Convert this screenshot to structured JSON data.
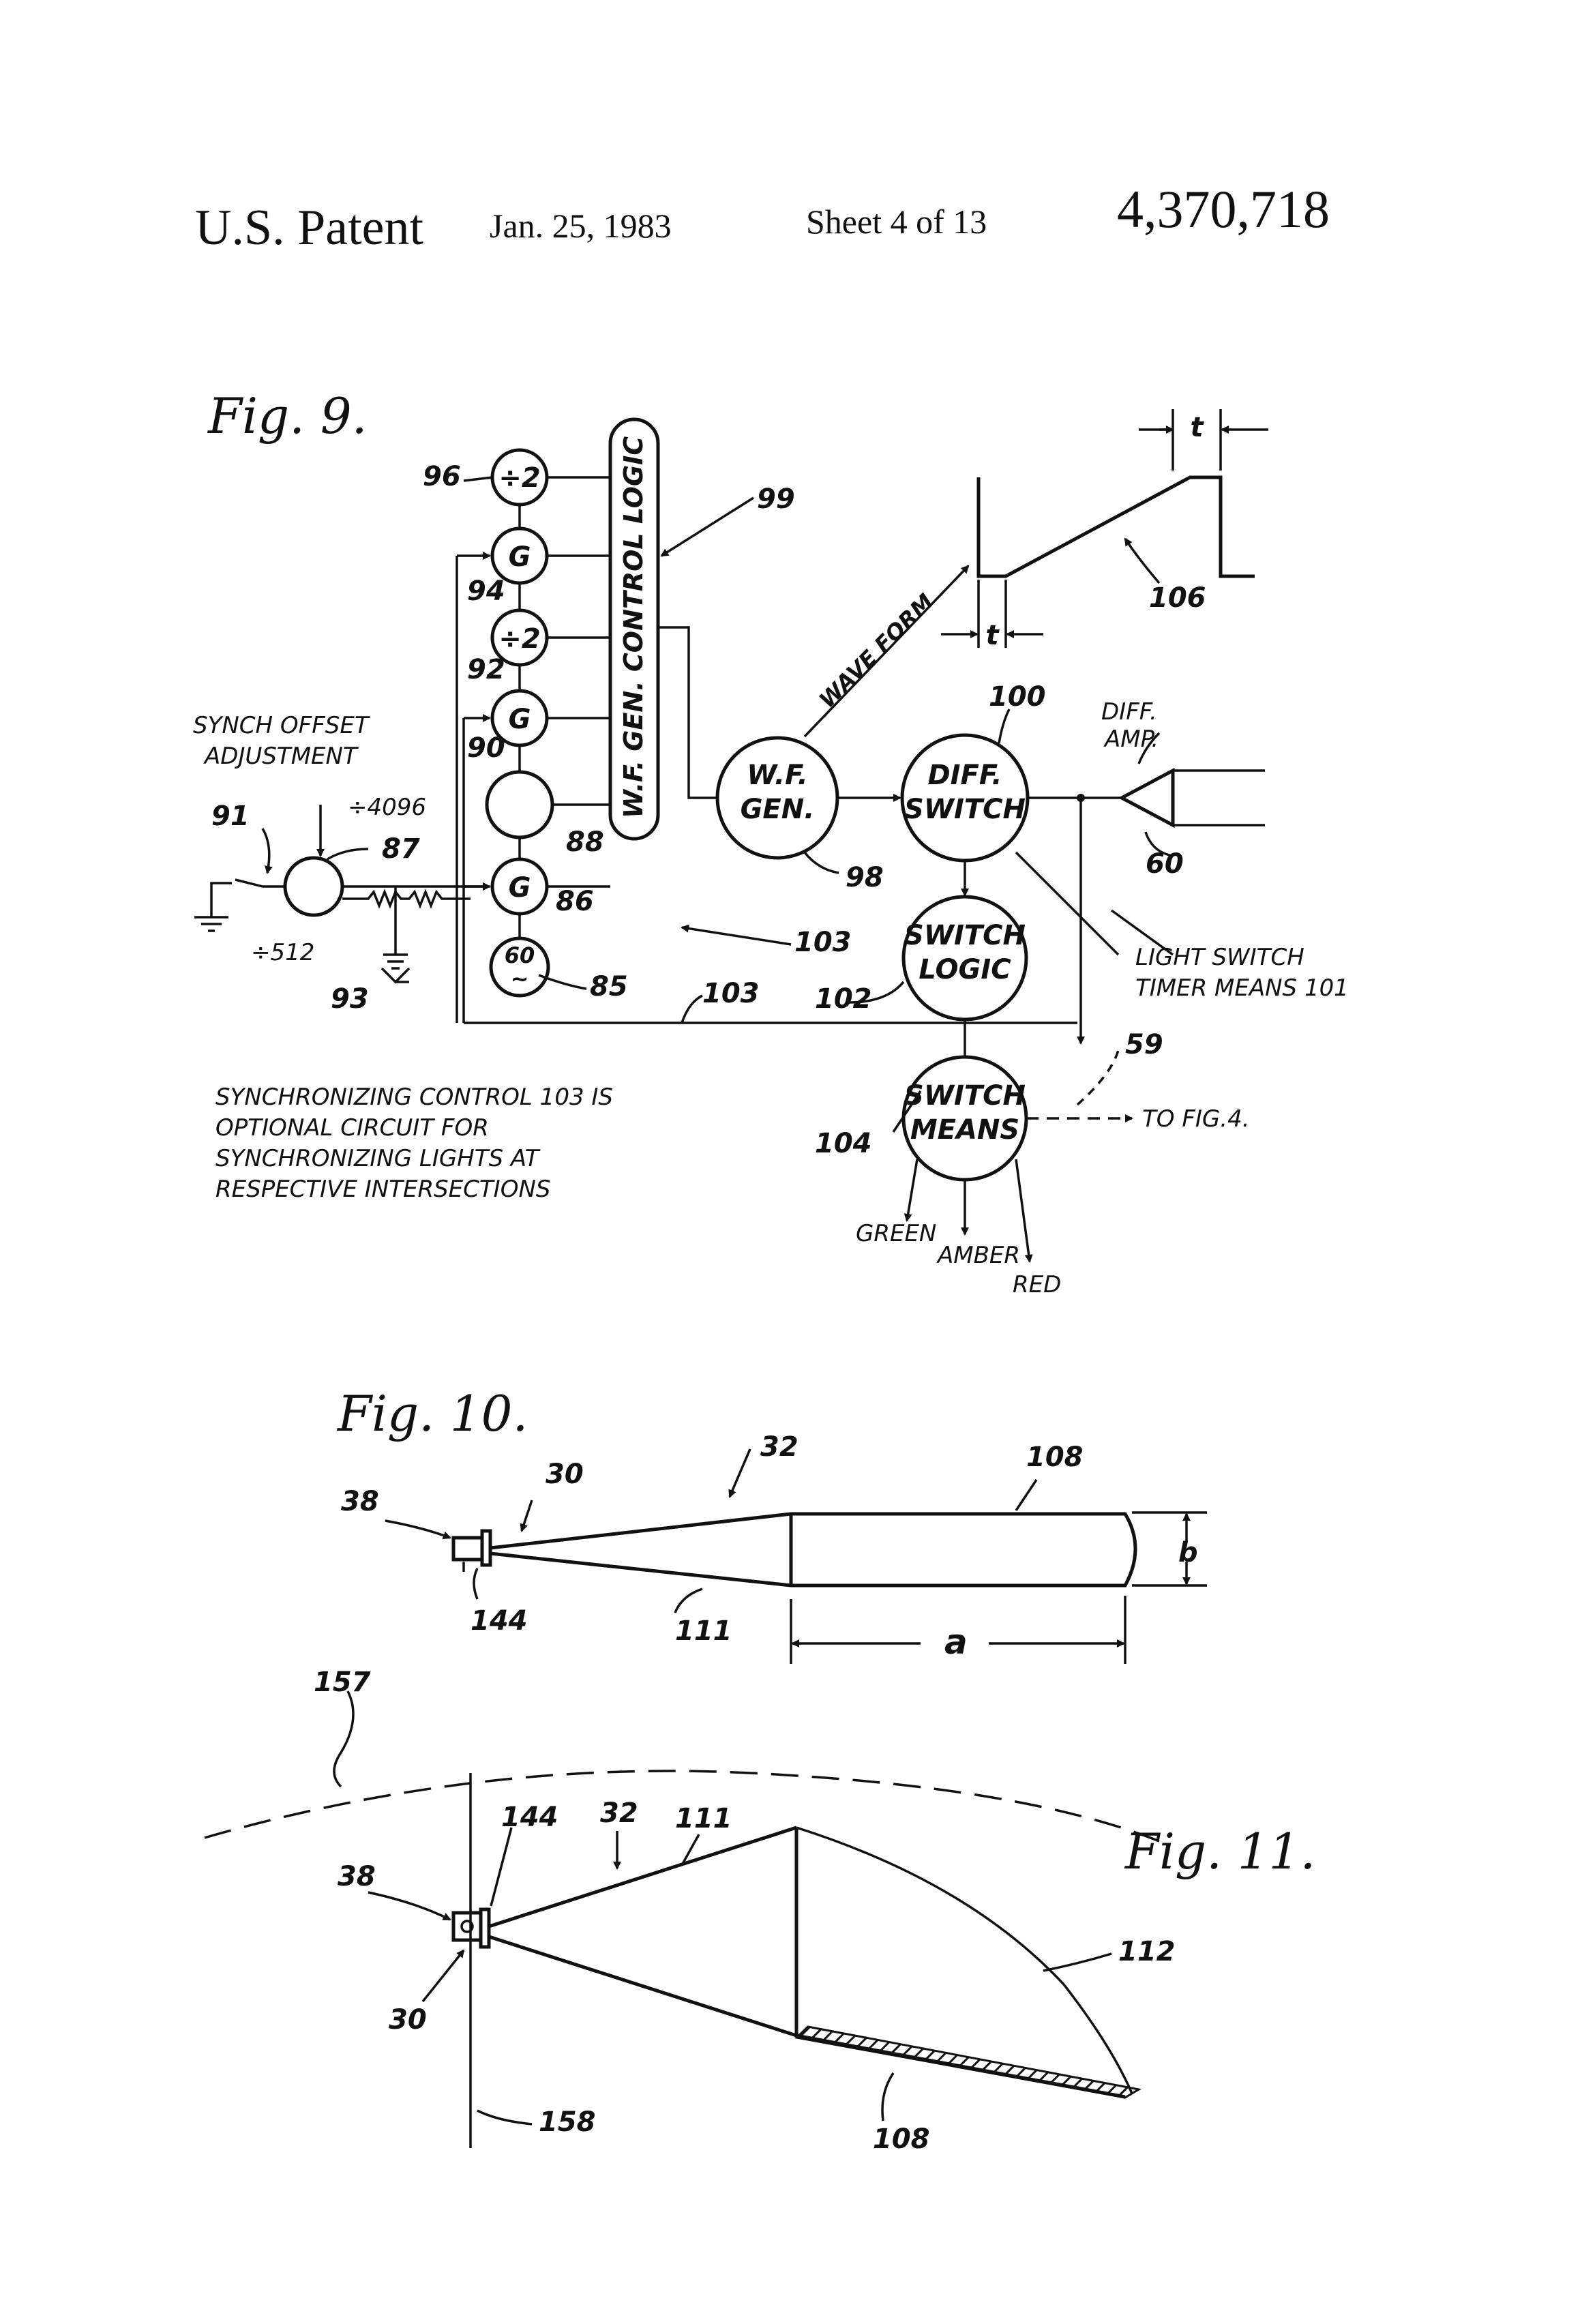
{
  "header": {
    "title": "U.S. Patent",
    "date": "Jan. 25, 1983",
    "sheet": "Sheet 4 of 13",
    "patent_number": "4,370,718"
  },
  "fig9": {
    "title": "Fig. 9.",
    "nodes": {
      "div2_top": "÷2",
      "g94": "G",
      "div2_mid": "÷2",
      "g90": "G",
      "g86": "G",
      "osc_top": "60",
      "osc_bot": "~",
      "wf_gen_1": "W.F.",
      "wf_gen_2": "GEN.",
      "diff_switch_1": "DIFF.",
      "diff_switch_2": "SWITCH",
      "switch_logic_1": "SWITCH",
      "switch_logic_2": "LOGIC",
      "switch_means_1": "SWITCH",
      "switch_means_2": "MEANS",
      "control_logic": "W.F. GEN. CONTROL LOGIC"
    },
    "refs": {
      "r96": "96",
      "r94": "94",
      "r92": "92",
      "r90": "90",
      "r88": "88",
      "r87": "87",
      "r86": "86",
      "r85": "85",
      "r91": "91",
      "r93": "93",
      "r99": "99",
      "r100": "100",
      "r98": "98",
      "r103a": "103",
      "r103b": "103",
      "r102": "102",
      "r104": "104",
      "r60": "60",
      "r59": "59",
      "r106": "106"
    },
    "labels": {
      "synch_offset_1": "SYNCH OFFSET",
      "synch_offset_2": "ADJUSTMENT",
      "div4096": "÷4096",
      "div512": "÷512",
      "wave_form": "WAVE FORM",
      "diff_amp_1": "DIFF.",
      "diff_amp_2": "AMP.",
      "light_switch_1": "LIGHT SWITCH",
      "light_switch_2": "TIMER MEANS 101",
      "to_fig4": "TO FIG.4.",
      "green": "GREEN",
      "amber": "AMBER",
      "red": "RED",
      "t_top": "t",
      "t_bottom": "t"
    },
    "note": [
      "SYNCHRONIZING CONTROL 103 IS",
      "OPTIONAL CIRCUIT FOR",
      "SYNCHRONIZING LIGHTS AT",
      "RESPECTIVE INTERSECTIONS"
    ]
  },
  "fig10": {
    "title": "Fig. 10.",
    "refs": {
      "r38": "38",
      "r30": "30",
      "r32": "32",
      "r108": "108",
      "r144": "144",
      "r111": "111"
    },
    "dims": {
      "a": "a",
      "b": "b"
    }
  },
  "fig11": {
    "title": "Fig. 11.",
    "refs": {
      "r157": "157",
      "r38": "38",
      "r144": "144",
      "r32": "32",
      "r111": "111",
      "r112": "112",
      "r30": "30",
      "r158": "158",
      "r108": "108"
    }
  }
}
